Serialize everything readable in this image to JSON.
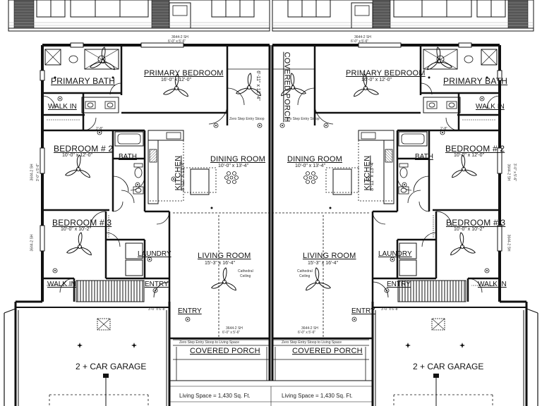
{
  "rooms": {
    "left": {
      "primary_bedroom": "PRIMARY BEDROOM",
      "primary_bedroom_dim": "16'-0\" x 12'-0\"",
      "primary_bath": "PRIMARY BATH",
      "walk_in_1": "WALK IN",
      "bedroom2": "BEDROOM # 2",
      "bedroom2_dim": "10'-0\" x 12'-0\"",
      "bath": "BATH",
      "bedroom3": "BEDROOM # 3",
      "bedroom3_dim": "10'-0\" x 10'-2\"",
      "laundry": "LAUNDRY",
      "walk_in_2": "WALK IN",
      "entry_inner": "ENTRY",
      "entry_front": "ENTRY",
      "kitchen": "KITCHEN",
      "kitchen_dim": "8'-11\" x 13'-4\"",
      "dining_room": "DINING ROOM",
      "dining_dim": "10'-0\" x 13'-4\"",
      "living_room": "LIVING ROOM",
      "living_dim": "15'-3\" x 16'-4\"",
      "cathedral": "Cathedral",
      "ceiling": "Ceiling",
      "covered_porch_side": "COVERED PORCH",
      "covered_porch_side_dim": "6'-11\" x 12'-4\"",
      "covered_porch_front": "COVERED PORCH",
      "garage": "2 + CAR GARAGE",
      "living_space": "Living Space = 1,430 Sq. Ft."
    },
    "right": {
      "primary_bedroom": "PRIMARY BEDROOM",
      "primary_bedroom_dim": "16'-0\" x 12'-0\"",
      "primary_bath": "PRIMARY BATH",
      "walk_in_1": "WALK IN",
      "bedroom2": "BEDROOM # 2",
      "bedroom2_dim": "10'-0\" x 12'-0\"",
      "bath": "BATH",
      "bedroom3": "BEDROOM # 3",
      "bedroom3_dim": "10'-0\" x 10'-2\"",
      "laundry": "LAUNDRY",
      "walk_in_2": "WALK IN",
      "entry_inner": "ENTRY",
      "entry_front": "ENTRY",
      "kitchen": "KITCHEN",
      "kitchen_dim": "8'-11\" x 13'-4\"",
      "dining_room": "DINING ROOM",
      "dining_dim": "10'-0\" x 13'-4\"",
      "living_room": "LIVING ROOM",
      "living_dim": "15'-3\" x 16'-4\"",
      "cathedral": "Cathedral",
      "ceiling": "Ceiling",
      "covered_porch_front": "COVERED PORCH",
      "garage": "2 + CAR GARAGE",
      "living_space": "Living Space = 1,430 Sq. Ft."
    }
  },
  "notes": {
    "zero_step_entry": "Zero Step Entry Stoop to Living Space",
    "zero_step_small": "Zero Step Entry Stoop",
    "door_top": "3644-2 SH",
    "door_top_dim": "6'-0\" x 5'-6\"",
    "door_porch": "3644-2 SH",
    "door_porch_dim": "6'-0\" x 5'-6\"",
    "window_side": "3644-2 SH",
    "window_side_dim": "3'-0\" x 5'-6\"",
    "door_280": "2'-8\"",
    "door_300": "3'-0\" x 6'-8\""
  },
  "colors": {
    "line": "#111111",
    "background": "#ffffff",
    "hatch": "#555555"
  }
}
